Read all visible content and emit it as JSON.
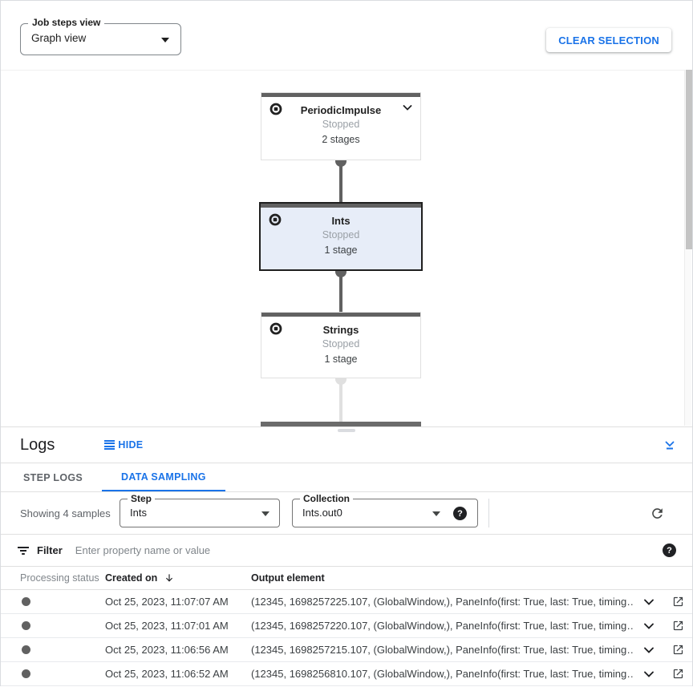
{
  "toolbar": {
    "view_select": {
      "label": "Job steps view",
      "value": "Graph view"
    },
    "clear_selection_label": "CLEAR SELECTION"
  },
  "graph": {
    "nodes": [
      {
        "title": "PeriodicImpulse",
        "status": "Stopped",
        "stages": "2 stages",
        "selected": false,
        "expandable": true
      },
      {
        "title": "Ints",
        "status": "Stopped",
        "stages": "1 stage",
        "selected": true,
        "expandable": false
      },
      {
        "title": "Strings",
        "status": "Stopped",
        "stages": "1 stage",
        "selected": false,
        "expandable": false
      }
    ]
  },
  "logs_panel": {
    "title": "Logs",
    "hide_label": "HIDE",
    "tabs": [
      {
        "label": "STEP LOGS",
        "active": false
      },
      {
        "label": "DATA SAMPLING",
        "active": true
      }
    ],
    "summary": "Showing 4 samples",
    "step_select": {
      "label": "Step",
      "value": "Ints"
    },
    "collection_select": {
      "label": "Collection",
      "value": "Ints.out0"
    },
    "filter": {
      "label": "Filter",
      "placeholder": "Enter property name or value"
    },
    "table": {
      "columns": [
        "Processing status",
        "Created on",
        "Output element"
      ],
      "rows": [
        {
          "created_on": "Oct 25, 2023, 11:07:07 AM",
          "output_element": "(12345, 1698257225.107, (GlobalWindow,), PaneInfo(first: True, last: True, timing…"
        },
        {
          "created_on": "Oct 25, 2023, 11:07:01 AM",
          "output_element": "(12345, 1698257220.107, (GlobalWindow,), PaneInfo(first: True, last: True, timing…"
        },
        {
          "created_on": "Oct 25, 2023, 11:06:56 AM",
          "output_element": "(12345, 1698257215.107, (GlobalWindow,), PaneInfo(first: True, last: True, timing…"
        },
        {
          "created_on": "Oct 25, 2023, 11:06:52 AM",
          "output_element": "(12345, 1698256810.107, (GlobalWindow,), PaneInfo(first: True, last: True, timing…"
        }
      ]
    }
  },
  "colors": {
    "accent_blue": "#1a73e8",
    "node_bar_gray": "#616161",
    "selected_node_bg": "#e7edf8",
    "selected_node_border": "#1f1f1f",
    "edge_dark": "#616161",
    "edge_light": "#e0e0e0",
    "status_text": "#9aa0a6",
    "divider": "#e0e0e0"
  },
  "icons": {
    "node_icon": "composite-step-icon",
    "sort": "arrow-downward",
    "row_expand": "chevron-down",
    "row_open": "open-in-new"
  }
}
